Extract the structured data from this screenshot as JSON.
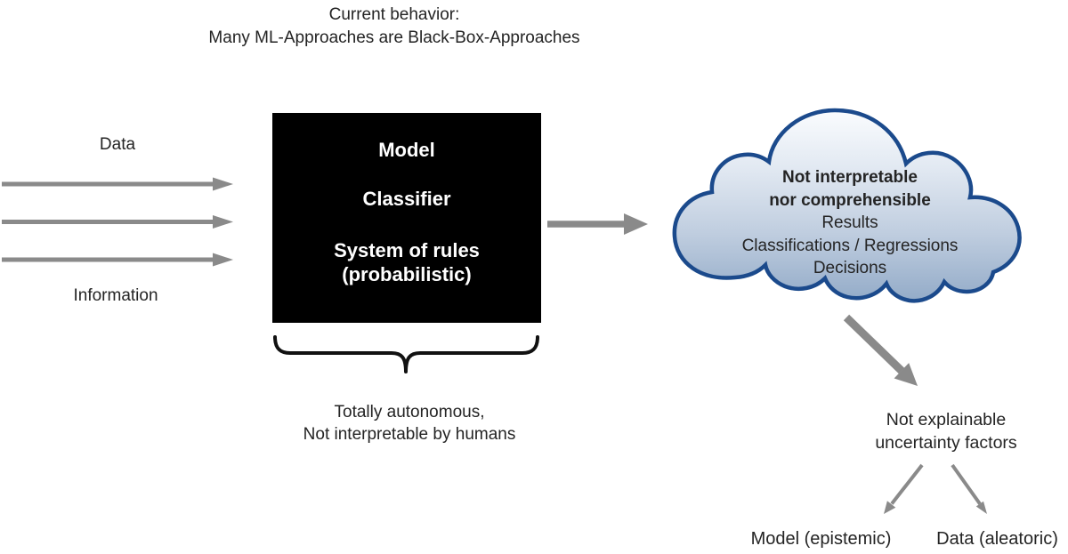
{
  "colors": {
    "arrow_gray": "#8a8a8a",
    "box_background": "#000000",
    "box_text": "#ffffff",
    "cloud_border": "#1b4a8c",
    "cloud_fill_top": "#fafcfe",
    "cloud_fill_upper": "#e2e9f2",
    "cloud_fill_lower": "#bfcddf",
    "cloud_fill_bottom": "#93abc8",
    "text": "#242424",
    "brace": "#111111"
  },
  "title": "Current behavior:\nMany ML-Approaches are Black-Box-Approaches",
  "left_inputs": {
    "top_label": "Data",
    "bottom_label": "Information"
  },
  "black_box": {
    "line1": "Model",
    "line2": "Classifier",
    "line3": "System of rules\n(probabilistic)"
  },
  "brace_note": "Totally autonomous,\nNot interpretable by humans",
  "cloud": {
    "bold_text": "Not interpretable\nnor comprehensible",
    "regular_text": "Results\nClassifications / Regressions\nDecisions"
  },
  "uncertainty": {
    "label": "Not explainable\nuncertainty factors",
    "left_child": "Model (epistemic)",
    "right_child": "Data (aleatoric)"
  },
  "icons": {
    "input_arrows": "right-arrow-icon",
    "flow_arrow": "right-arrow-icon",
    "uncertainty_arrow": "down-right-arrow-icon",
    "branch_arrows": "diagonal-arrow-icon",
    "brace": "underbrace-icon",
    "cloud": "cloud-shape-icon"
  }
}
